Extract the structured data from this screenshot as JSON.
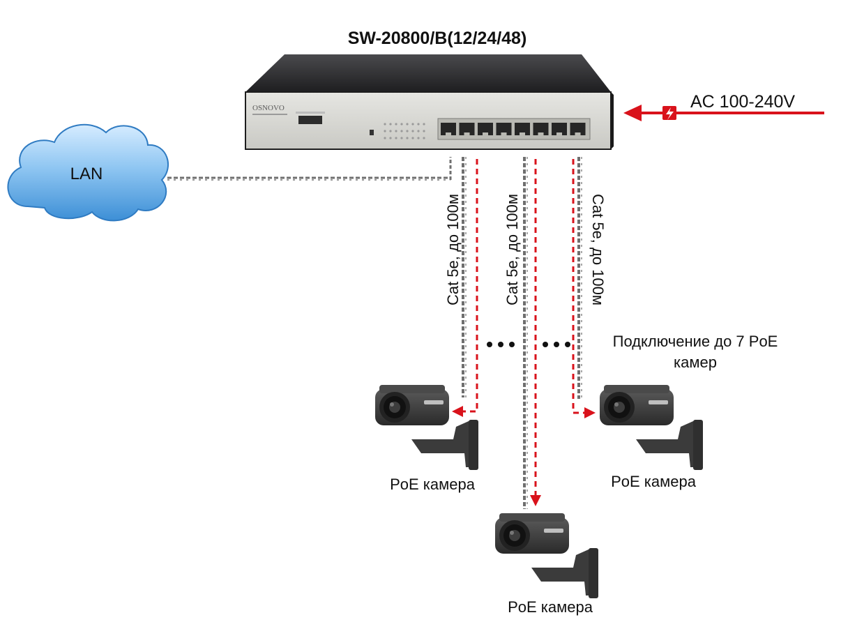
{
  "switch": {
    "model": "SW-20800/B(12/24/48)",
    "brand": "OSNOVO",
    "port_count": 8
  },
  "power": {
    "label": "AC 100-240V"
  },
  "lan": {
    "label": "LAN"
  },
  "cables": {
    "left": "Cat 5e, до 100м",
    "middle": "Cat 5e, до 100м",
    "right": "Cat 5e, до 100м"
  },
  "note": {
    "line1": "Подключение до 7 PoE",
    "line2": "камер"
  },
  "cameras": {
    "left": "PoE камера",
    "right": "PoE камера",
    "bottom": "PoE камера"
  },
  "colors": {
    "arrow_red": "#d9121b",
    "switch_body": "#2e2e30",
    "switch_face": "#d9d9d4",
    "cloud": "#4a9fe0",
    "camera": "#3a3a3a"
  }
}
